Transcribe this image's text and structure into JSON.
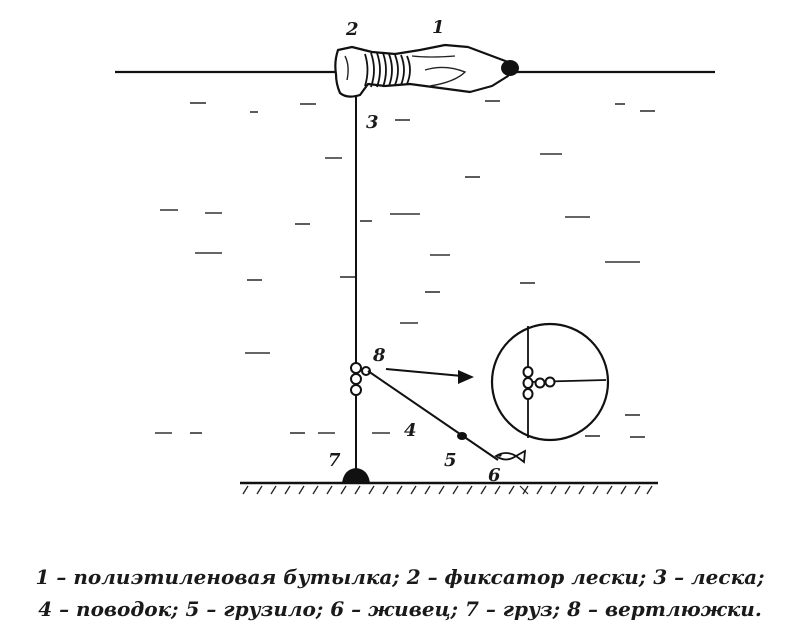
{
  "labels": {
    "bottle": "1",
    "fixer": "2",
    "line": "3",
    "leader": "4",
    "sinker": "5",
    "bait": "6",
    "weight": "7",
    "swivels": "8"
  },
  "caption": {
    "line1": "1 –  полиэтиленовая бутылка; 2 – фиксатор лески; 3 – леска;",
    "line2": "4 – поводок; 5 – грузило; 6 – живец; 7 – груз; 8 – вертлюжки."
  }
}
